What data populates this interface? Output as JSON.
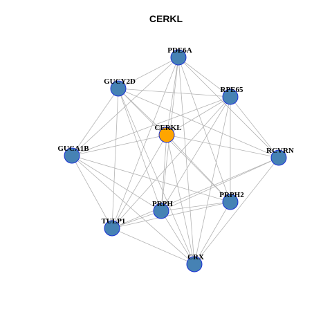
{
  "title": "CERKL",
  "colors": {
    "node_fill": "#4682b4",
    "hub_fill": "#ffa500",
    "node_border": "#1a2fd6",
    "edge": "#b3b3b3",
    "background": "#ffffff"
  },
  "nodes": [
    {
      "id": "PDE6A",
      "label": "PDE6A"
    },
    {
      "id": "GUCY2D",
      "label": "GUCY2D"
    },
    {
      "id": "RPE65",
      "label": "RPE65"
    },
    {
      "id": "CERKL",
      "label": "CERKL",
      "hub": true
    },
    {
      "id": "GUCA1B",
      "label": "GUCA1B"
    },
    {
      "id": "RCVRN",
      "label": "RCVRN"
    },
    {
      "id": "PRPH2",
      "label": "PRPH2"
    },
    {
      "id": "PRPH",
      "label": "PRPH"
    },
    {
      "id": "TULP1",
      "label": "TULP1"
    },
    {
      "id": "CRX",
      "label": "CRX"
    }
  ],
  "edges": [
    [
      "PDE6A",
      "GUCY2D"
    ],
    [
      "PDE6A",
      "RPE65"
    ],
    [
      "PDE6A",
      "CERKL"
    ],
    [
      "PDE6A",
      "GUCA1B"
    ],
    [
      "PDE6A",
      "RCVRN"
    ],
    [
      "PDE6A",
      "PRPH2"
    ],
    [
      "PDE6A",
      "PRPH"
    ],
    [
      "PDE6A",
      "TULP1"
    ],
    [
      "PDE6A",
      "CRX"
    ],
    [
      "GUCY2D",
      "RPE65"
    ],
    [
      "GUCY2D",
      "CERKL"
    ],
    [
      "GUCY2D",
      "GUCA1B"
    ],
    [
      "GUCY2D",
      "RCVRN"
    ],
    [
      "GUCY2D",
      "PRPH2"
    ],
    [
      "GUCY2D",
      "PRPH"
    ],
    [
      "GUCY2D",
      "TULP1"
    ],
    [
      "GUCY2D",
      "CRX"
    ],
    [
      "RPE65",
      "CERKL"
    ],
    [
      "RPE65",
      "GUCA1B"
    ],
    [
      "RPE65",
      "RCVRN"
    ],
    [
      "RPE65",
      "PRPH2"
    ],
    [
      "RPE65",
      "PRPH"
    ],
    [
      "RPE65",
      "TULP1"
    ],
    [
      "RPE65",
      "CRX"
    ],
    [
      "CERKL",
      "GUCA1B"
    ],
    [
      "CERKL",
      "RCVRN"
    ],
    [
      "CERKL",
      "PRPH2"
    ],
    [
      "CERKL",
      "PRPH"
    ],
    [
      "CERKL",
      "TULP1"
    ],
    [
      "CERKL",
      "CRX"
    ],
    [
      "GUCA1B",
      "PRPH2"
    ],
    [
      "GUCA1B",
      "PRPH"
    ],
    [
      "GUCA1B",
      "TULP1"
    ],
    [
      "GUCA1B",
      "CRX"
    ],
    [
      "RCVRN",
      "PRPH"
    ],
    [
      "RCVRN",
      "TULP1"
    ],
    [
      "RCVRN",
      "CRX"
    ],
    [
      "PRPH2",
      "PRPH"
    ],
    [
      "PRPH2",
      "TULP1"
    ],
    [
      "PRPH2",
      "CRX"
    ],
    [
      "PRPH",
      "TULP1"
    ],
    [
      "PRPH",
      "CRX"
    ],
    [
      "TULP1",
      "CRX"
    ]
  ]
}
